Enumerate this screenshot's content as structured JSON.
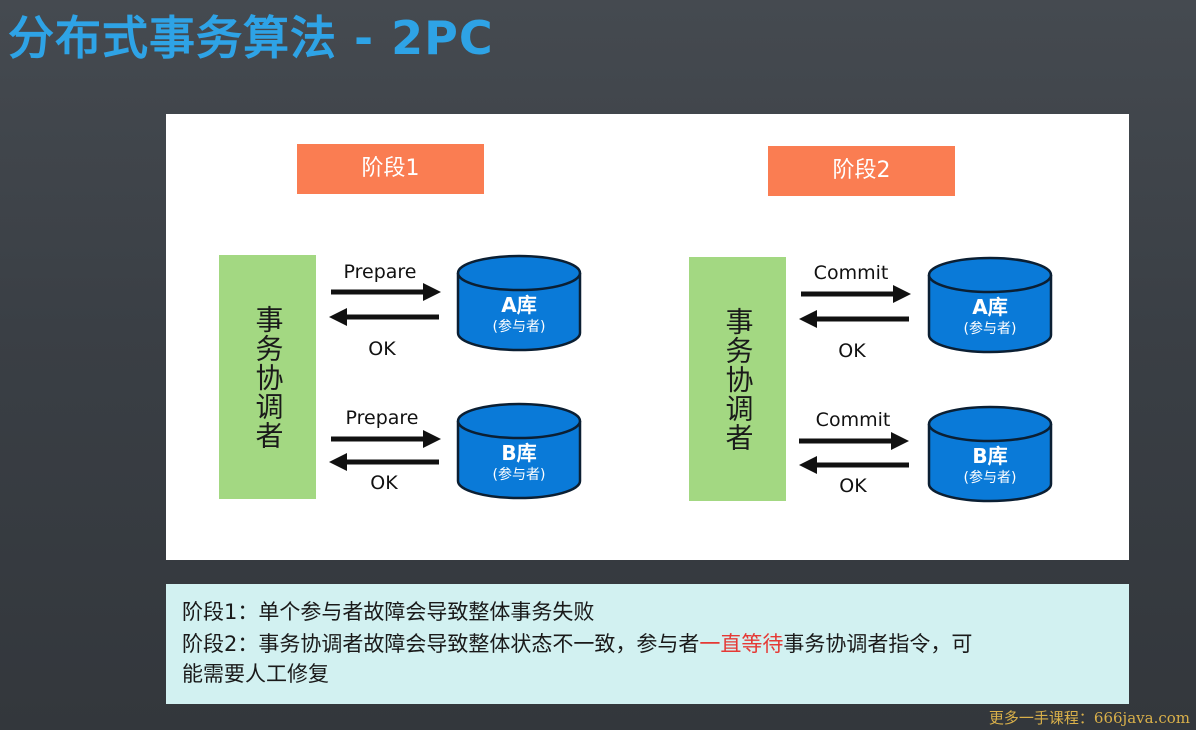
{
  "title": "分布式事务算法 - 2PC",
  "phase1": {
    "label": "阶段1",
    "coordinator": "事务协调者",
    "db_a": {
      "name": "A库",
      "sub": "(参与者)"
    },
    "db_b": {
      "name": "B库",
      "sub": "(参与者)"
    },
    "request_label": "Prepare",
    "reply_label": "OK"
  },
  "phase2": {
    "label": "阶段2",
    "coordinator": "事务协调者",
    "db_a": {
      "name": "A库",
      "sub": "(参与者)"
    },
    "db_b": {
      "name": "B库",
      "sub": "(参与者)"
    },
    "request_label": "Commit",
    "reply_label": "OK"
  },
  "notes": {
    "line1": "阶段1：单个参与者故障会导致整体事务失败",
    "line2_prefix": "阶段2：事务协调者故障会导致整体状态不一致，参与者",
    "line2_highlight": "一直等待",
    "line2_suffix": "事务协调者指令，可",
    "line3": "能需要人工修复"
  },
  "watermark": "更多一手课程：666java.com",
  "colors": {
    "title": "#2ea3e6",
    "phase_box": "#fa7d52",
    "coordinator_box": "#a3d882",
    "db_fill": "#0a7ad8",
    "note_bg": "#d2f1f1",
    "highlight": "#e53935"
  }
}
